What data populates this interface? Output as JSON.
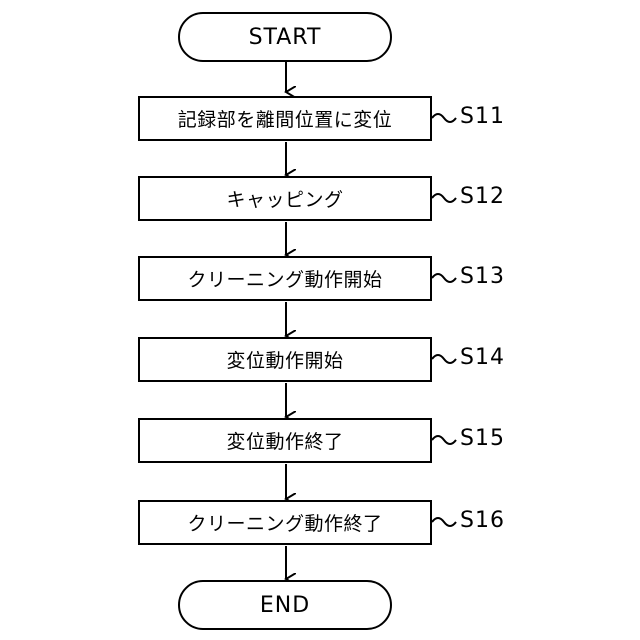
{
  "start_label": "START",
  "end_label": "END",
  "steps": [
    {
      "text": "記録部を離間位置に変位",
      "label": "S11"
    },
    {
      "text": "キャッピング",
      "label": "S12"
    },
    {
      "text": "クリーニング動作開始",
      "label": "S13"
    },
    {
      "text": "変位動作開始",
      "label": "S14"
    },
    {
      "text": "変位動作終了",
      "label": "S15"
    },
    {
      "text": "クリーニング動作終了",
      "label": "S16"
    }
  ]
}
